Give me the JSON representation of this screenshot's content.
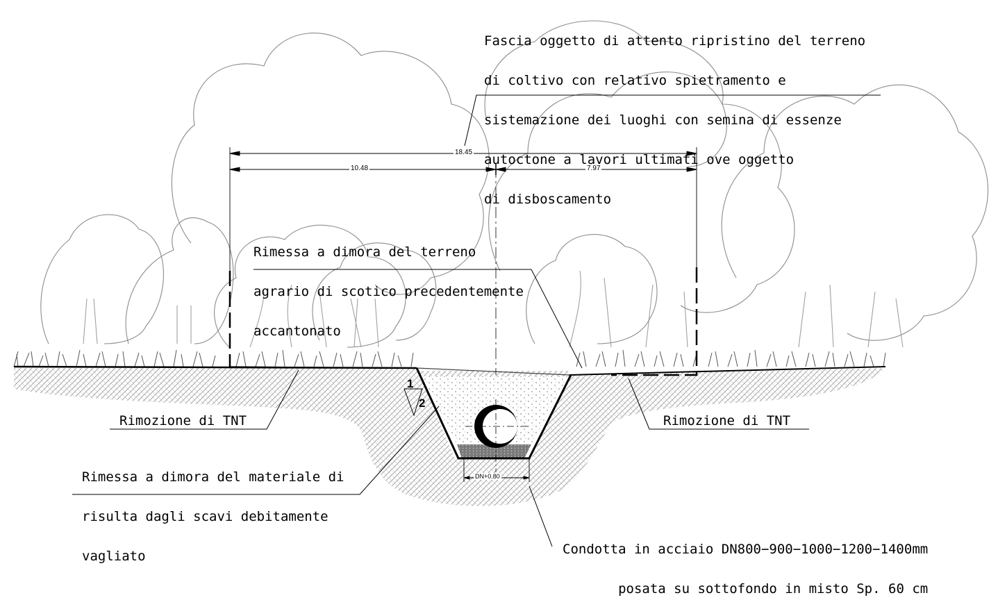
{
  "notes": {
    "fascia": [
      "Fascia oggetto di attento ripristino del terreno",
      "di coltivo con relativo spietramento e",
      "sistemazione dei luoghi con semina di essenze",
      "autoctone a lavori ultimati ove oggetto",
      "di disboscamento"
    ],
    "rimessa_terreno": [
      "Rimessa a dimora del terreno",
      "agrario di scotico precedentemente",
      "accantonato"
    ],
    "rimozione_left": "Rimozione di TNT",
    "rimozione_right": "Rimozione di TNT",
    "rimessa_materiale": [
      "Rimessa a dimora del materiale di",
      "risulta dagli scavi debitamente",
      "vagliato"
    ],
    "condotta": [
      "Condotta in acciaio DN800−900−1000−1200−1400mm",
      "posata su sottofondo in misto Sp. 60 cm"
    ]
  },
  "dimensions": {
    "total": "18.45",
    "left": "10.48",
    "right": "7.97",
    "trench_bottom": "DN+0.80"
  },
  "slope": {
    "rise": "1",
    "run": "2"
  }
}
